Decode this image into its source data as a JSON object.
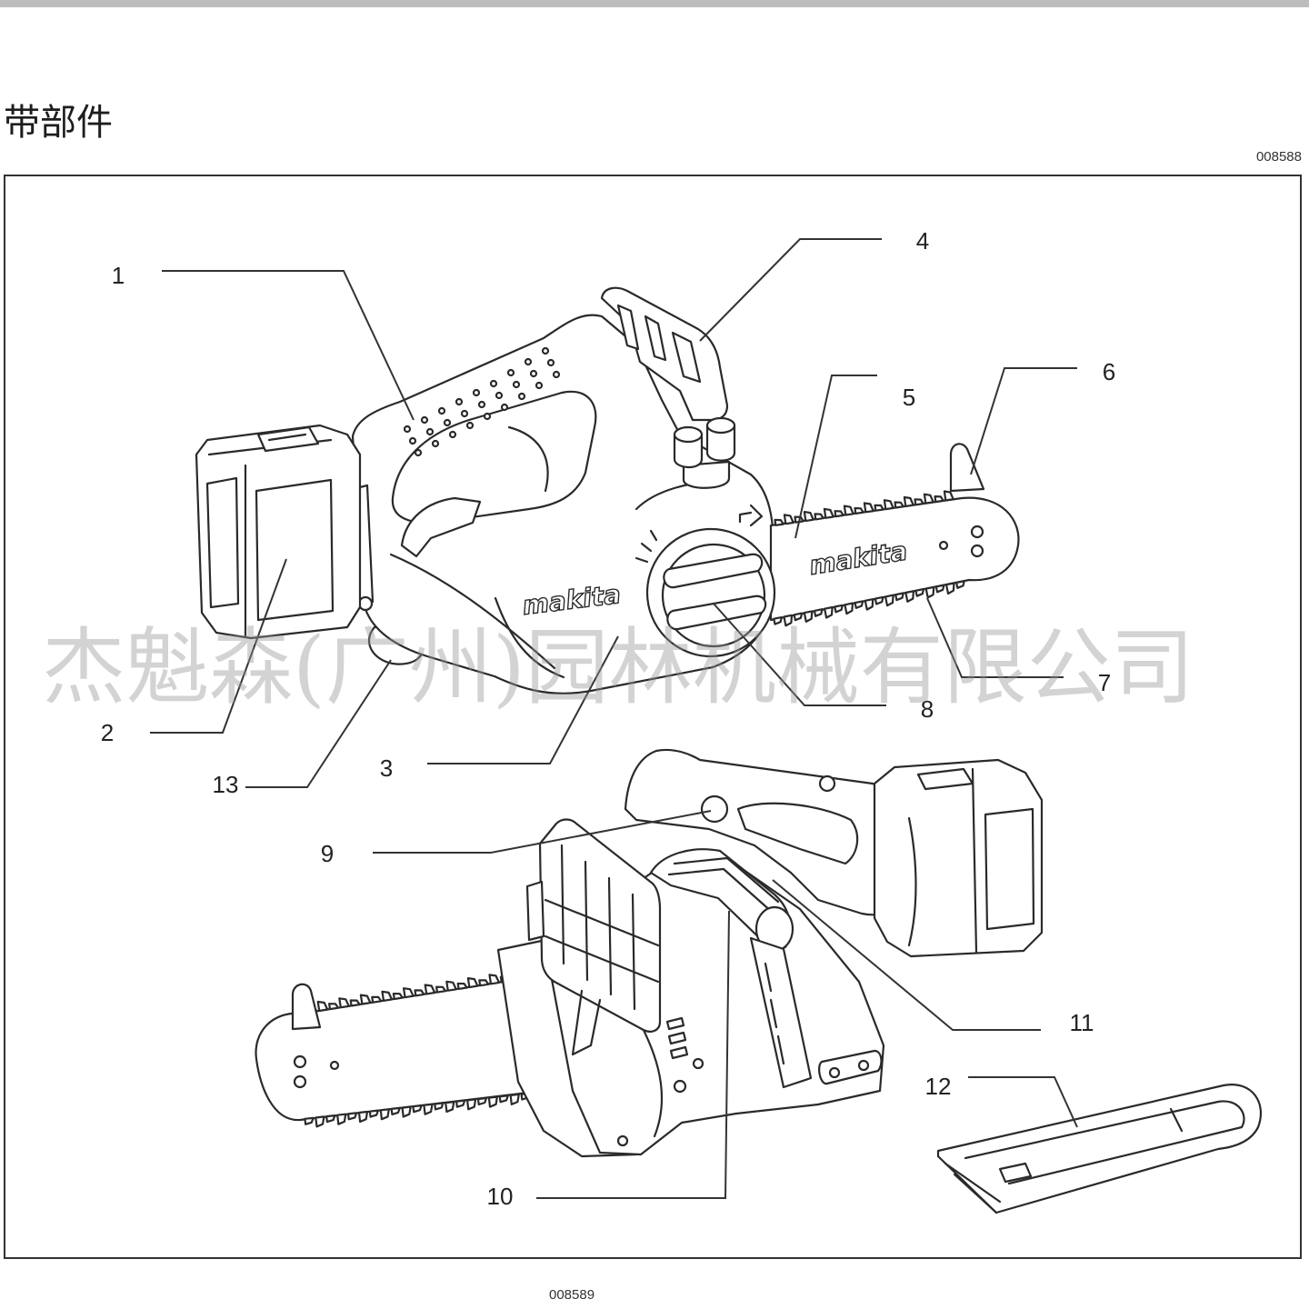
{
  "page": {
    "title": "带部件",
    "figure_code_top": "008588",
    "figure_code_bottom": "008589",
    "watermark": "杰魁森(广州)园林机械有限公司"
  },
  "diagram": {
    "brand_logo": "makita",
    "callouts": [
      "1",
      "2",
      "3",
      "4",
      "5",
      "6",
      "7",
      "8",
      "9",
      "10",
      "11",
      "12",
      "13"
    ]
  },
  "colors": {
    "line": "#2a2a2a",
    "watermark": "#969696",
    "top_bar": "#bdbdbd",
    "background": "#ffffff"
  }
}
